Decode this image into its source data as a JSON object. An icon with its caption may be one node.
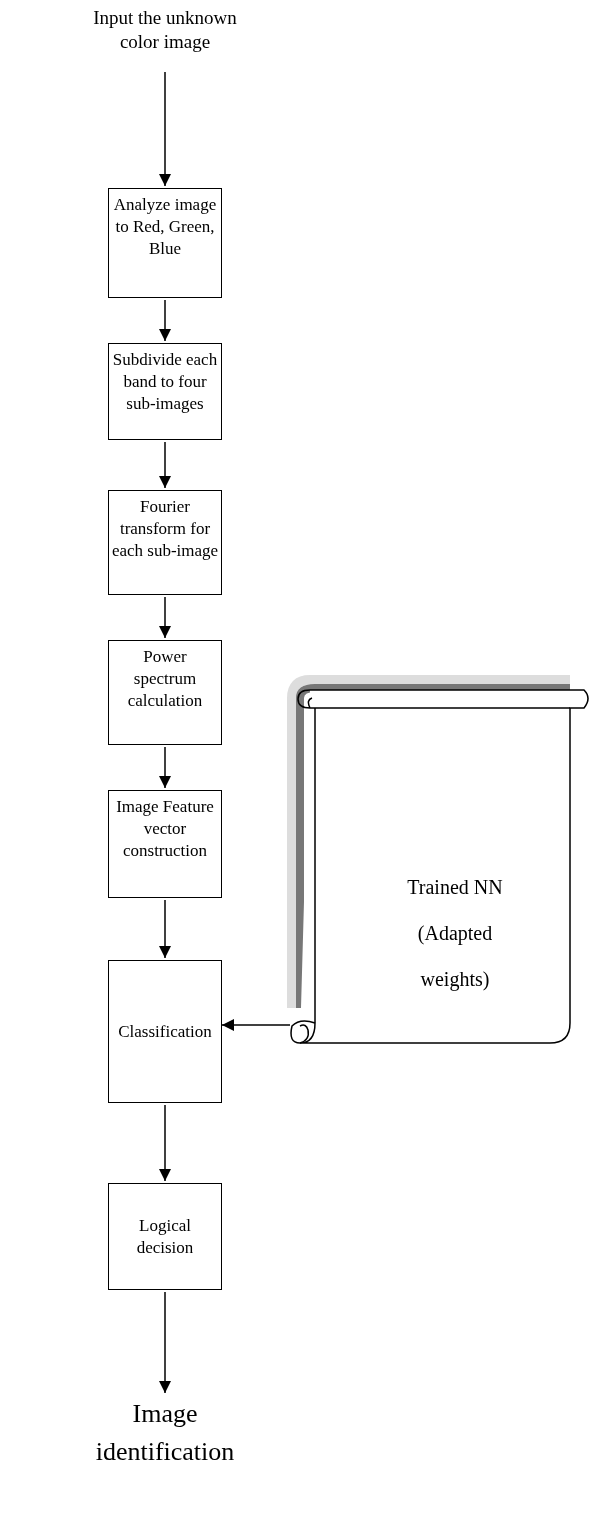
{
  "diagram": {
    "nodes": [
      {
        "text": [
          "Input the unknown color image"
        ]
      },
      {
        "text": [
          "Analyze image to Red, Green, Blue"
        ]
      },
      {
        "text": [
          "Subdivide each band to four sub-images"
        ]
      },
      {
        "text": [
          "Fourier transform for each sub-image"
        ]
      },
      {
        "text": [
          "Power spectrum calculation"
        ]
      },
      {
        "text": [
          "Image Feature vector construction"
        ]
      },
      {
        "text": [
          "Classification"
        ]
      },
      {
        "text": [
          "Trained NN (Adapted weights)"
        ]
      },
      {
        "text": [
          "Logical decision"
        ]
      },
      {
        "text": [
          "Image identification"
        ]
      }
    ],
    "edges": [
      {
        "from": 0,
        "to": 1,
        "arrow": "to"
      },
      {
        "from": 1,
        "to": 2,
        "arrow": "to"
      },
      {
        "from": 2,
        "to": 3,
        "arrow": "to"
      },
      {
        "from": 3,
        "to": 4,
        "arrow": "to"
      },
      {
        "from": 4,
        "to": 5,
        "arrow": "to"
      },
      {
        "from": 5,
        "to": 6,
        "arrow": "to"
      },
      {
        "from": 7,
        "to": 6,
        "arrow": "to"
      },
      {
        "from": 6,
        "to": 8,
        "arrow": "to"
      },
      {
        "from": 8,
        "to": 9,
        "arrow": "to"
      }
    ]
  }
}
